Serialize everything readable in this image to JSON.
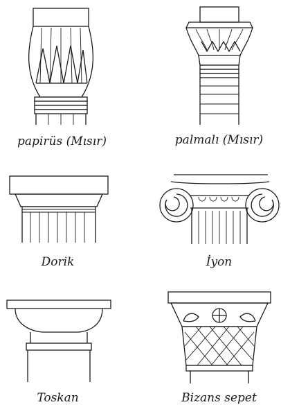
{
  "capitals": [
    {
      "id": "papyrus",
      "label": "papirüs (Mısır)"
    },
    {
      "id": "palm",
      "label": "palmalı (Mısır)"
    },
    {
      "id": "doric",
      "label": "Dorik"
    },
    {
      "id": "ionic",
      "label": "İyon"
    },
    {
      "id": "tuscan",
      "label": "Toskan"
    },
    {
      "id": "byzantine",
      "label": "Bizans sepet"
    }
  ]
}
